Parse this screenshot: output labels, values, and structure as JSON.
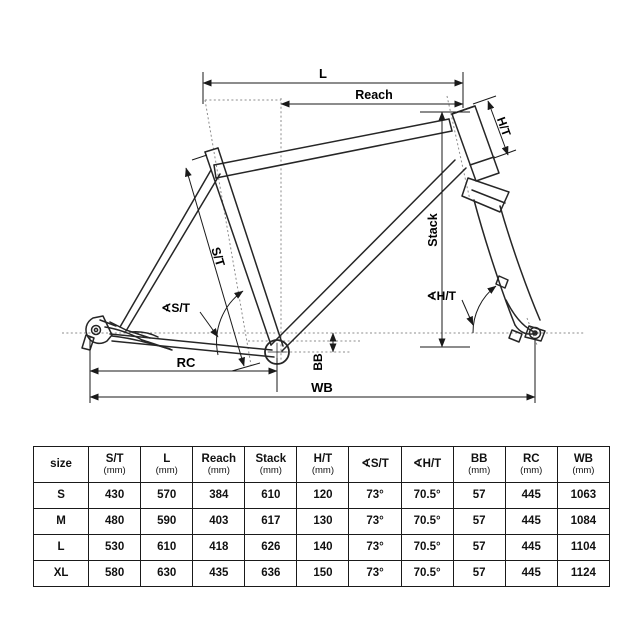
{
  "diagram": {
    "title": "Bicycle frame geometry diagram",
    "labels": {
      "l": "L",
      "reach": "Reach",
      "ht": "H/T",
      "stack": "Stack",
      "st": "S/T",
      "angle_st": "∢S/T",
      "angle_ht": "∢H/T",
      "bb": "BB",
      "rc": "RC",
      "wb": "WB"
    }
  },
  "table": {
    "columns": [
      {
        "name": "size",
        "unit": ""
      },
      {
        "name": "S/T",
        "unit": "(mm)"
      },
      {
        "name": "L",
        "unit": "(mm)"
      },
      {
        "name": "Reach",
        "unit": "(mm)"
      },
      {
        "name": "Stack",
        "unit": "(mm)"
      },
      {
        "name": "H/T",
        "unit": "(mm)"
      },
      {
        "name": "∢S/T",
        "unit": ""
      },
      {
        "name": "∢H/T",
        "unit": ""
      },
      {
        "name": "BB",
        "unit": "(mm)"
      },
      {
        "name": "RC",
        "unit": "(mm)"
      },
      {
        "name": "WB",
        "unit": "(mm)"
      }
    ],
    "rows": [
      [
        "S",
        "430",
        "570",
        "384",
        "610",
        "120",
        "73°",
        "70.5°",
        "57",
        "445",
        "1063"
      ],
      [
        "M",
        "480",
        "590",
        "403",
        "617",
        "130",
        "73°",
        "70.5°",
        "57",
        "445",
        "1084"
      ],
      [
        "L",
        "530",
        "610",
        "418",
        "626",
        "140",
        "73°",
        "70.5°",
        "57",
        "445",
        "1104"
      ],
      [
        "XL",
        "580",
        "630",
        "435",
        "636",
        "150",
        "73°",
        "70.5°",
        "57",
        "445",
        "1124"
      ]
    ]
  },
  "colors": {
    "line": "#1a1a1a",
    "frame": "#262626",
    "dash": "#8c8c8c",
    "background": "#ffffff"
  }
}
